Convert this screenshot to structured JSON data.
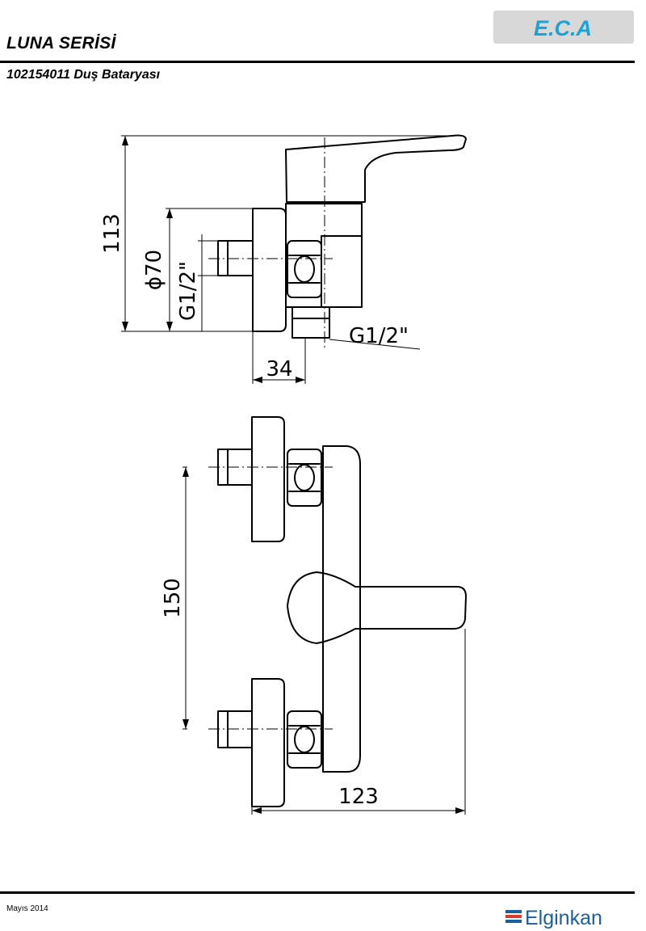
{
  "header": {
    "series_title": "LUNA SERİSİ",
    "product_title": "102154011 Duş Bataryası",
    "brand_logo": "E.C.A"
  },
  "dimensions": {
    "overall_height": "113",
    "flange_diameter": "ϕ70",
    "inlet_thread_side": "G1/2\"",
    "outlet_thread": "G1/2\"",
    "wall_offset": "34",
    "center_distance": "150",
    "overall_depth": "123"
  },
  "footer": {
    "date": "Mayıs 2014",
    "company_logo": "Elginkan"
  },
  "colors": {
    "eca_blue": "#1aa3d9",
    "logo_bg": "#d8d8d8",
    "elginkan_blue": "#1a5fa0",
    "elginkan_red": "#e03a2f"
  }
}
